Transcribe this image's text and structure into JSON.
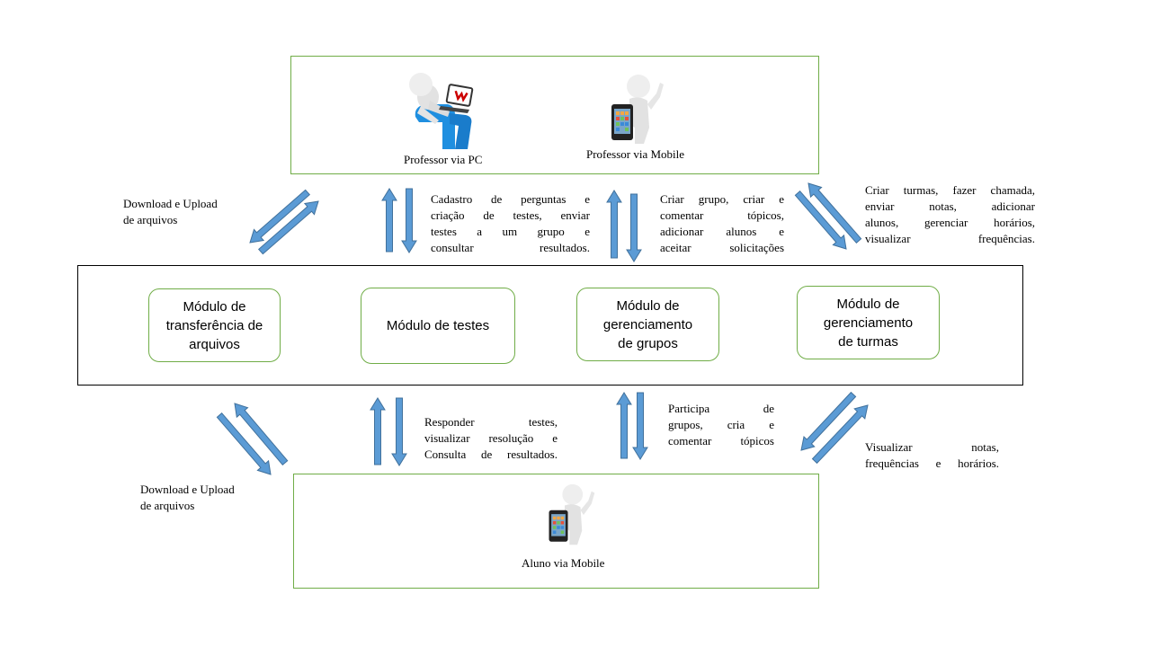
{
  "actors": {
    "professor_pc": "Professor via PC",
    "professor_mobile": "Professor via Mobile",
    "aluno_mobile": "Aluno via Mobile"
  },
  "modules": [
    {
      "label": "Módulo de\ntransferência de\narquivos"
    },
    {
      "label": "Módulo de testes"
    },
    {
      "label": "Módulo de\ngerenciamento\nde grupos"
    },
    {
      "label": "Módulo de\ngerenciamento\nde turmas"
    }
  ],
  "notes": {
    "top_file": "Download  e Upload\nde arquivos",
    "top_tests": "Cadastro de perguntas e\ncriação de testes, enviar\ntestes a um grupo e\nconsultar resultados.",
    "top_groups": "Criar grupo, criar e\ncomentar tópicos,\nadicionar alunos e\naceitar solicitações",
    "top_classes": "Criar turmas, fazer chamada,\nenviar notas, adicionar\nalunos, gerenciar horários,\nvisualizar frequências.",
    "bottom_file": "Download  e Upload\nde arquivos",
    "bottom_tests": "Responder testes,\nvisualizar resolução e\nConsulta de resultados.",
    "bottom_groups": "Participa de\ngrupos, cria e\ncomentar tópicos",
    "bottom_classes": "Visualizar notas,\nfrequências e horários."
  },
  "colors": {
    "box_border": "#70ad47",
    "main_border": "#000000",
    "arrow_fill": "#5b9bd5",
    "arrow_stroke": "#41719c",
    "figure": "#e6e6e6",
    "chair": "#1f8fe0"
  },
  "icons": [
    "person-laptop-icon",
    "person-phone-icon"
  ]
}
